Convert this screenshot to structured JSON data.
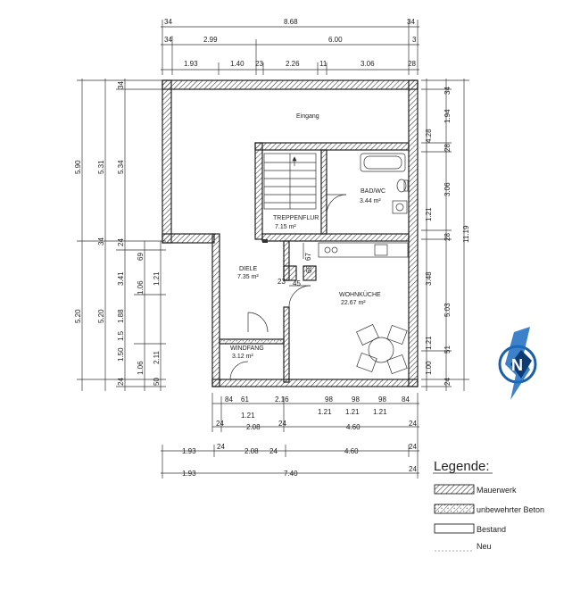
{
  "dims_top": {
    "row1": [
      "34",
      "8.68",
      "34"
    ],
    "row2": [
      "34",
      "2.99",
      "6.00",
      "3"
    ],
    "row3": [
      "1.93",
      "1.40",
      "23",
      "2.26",
      "11",
      "3.06",
      "28"
    ]
  },
  "dims_left": {
    "col1": [
      "5.90",
      "5.20"
    ],
    "col2": [
      "5.31",
      "34",
      "5.20"
    ],
    "col3": [
      "34",
      "5.34",
      "24",
      "3.41",
      "1.88",
      "1.5",
      "1.50",
      "1.06",
      "24"
    ],
    "col4": [
      "69",
      "1.06",
      "1.21"
    ],
    "col5": [
      "2.11",
      "50"
    ]
  },
  "dims_right": {
    "col1": [
      "34",
      "1.94",
      "28",
      "3.06",
      "28",
      "3.48",
      "1.21",
      "1.00",
      "24"
    ],
    "col2": [
      "4.28",
      "1.21",
      "5.03",
      "51"
    ],
    "col3": [
      "11.19"
    ]
  },
  "dims_bottom": {
    "row1": [
      "84",
      "61",
      "2.16",
      "98",
      "98",
      "98",
      "84"
    ],
    "row1b": [
      "1.21",
      "1.21",
      "1.21",
      "1.21"
    ],
    "row2": [
      "24",
      "2.08",
      "24",
      "4.60",
      "24"
    ],
    "row3": [
      "1.93",
      "24",
      "2.08",
      "24",
      "4.60",
      "24"
    ],
    "row4": [
      "1.93",
      "7.40",
      "24"
    ]
  },
  "rooms": {
    "entrance": "Eingang",
    "bath_name": "BAD/WC",
    "bath_area": "3.44 m²",
    "stair_name": "TREPPENFLUR",
    "stair_area": "7.15 m²",
    "hall_name": "DIELE",
    "hall_area": "7.35 m²",
    "living_name": "WOHNKÜCHE",
    "living_area": "22.67 m²",
    "vestibule_name": "WINDFANG",
    "vestibule_area": "3.12 m²",
    "inner1": "67",
    "inner2": "60",
    "inner3": "23",
    "inner4": "45"
  },
  "legend": {
    "title": "Legende:",
    "items": [
      "Mauerwerk",
      "unbewehrter Beton",
      "Bestand",
      "Neu"
    ]
  },
  "compass": {
    "letter": "N"
  }
}
